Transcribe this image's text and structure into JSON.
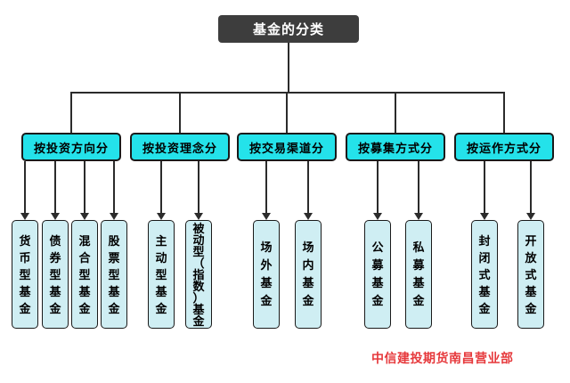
{
  "title": "基金的分类",
  "watermark": "中信建投期货南昌营业部",
  "colors": {
    "root_bg": "#3d3d3d",
    "root_text": "#ffffff",
    "category_bg": "#24e2ea",
    "leaf_bg": "#cfeef3",
    "border": "#1a1a1a",
    "line": "#2b2b2b",
    "watermark_color": "#e6393c"
  },
  "tree": {
    "root": "基金的分类",
    "categories": [
      {
        "label": "按投资方向分",
        "children": [
          "货币型基金",
          "债券型基金",
          "混合型基金",
          "股票型基金"
        ]
      },
      {
        "label": "按投资理念分",
        "children": [
          "主动型基金",
          "被动型（指数）基金"
        ]
      },
      {
        "label": "按交易渠道分",
        "children": [
          "场外基金",
          "场内基金"
        ]
      },
      {
        "label": "按募集方式分",
        "children": [
          "公募基金",
          "私募基金"
        ]
      },
      {
        "label": "按运作方式分",
        "children": [
          "封闭式基金",
          "开放式基金"
        ]
      }
    ]
  }
}
